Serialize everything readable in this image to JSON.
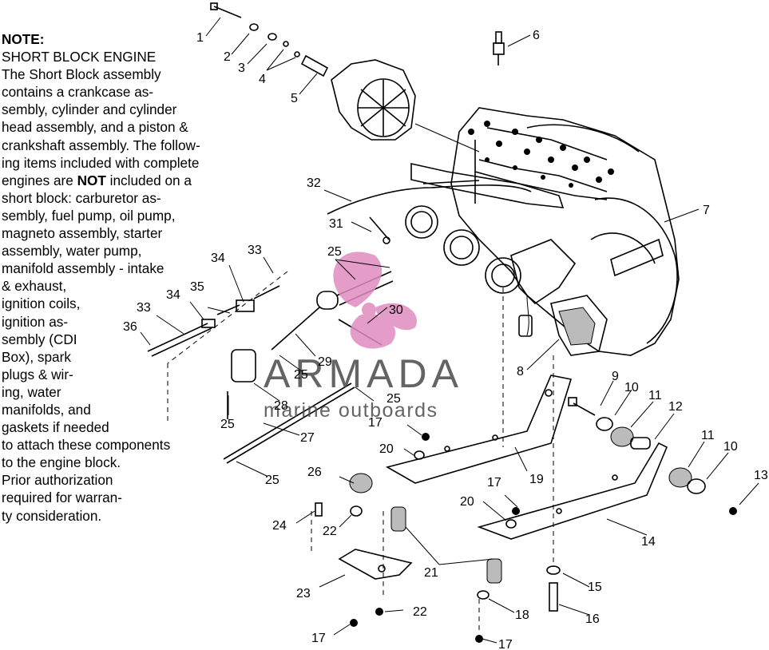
{
  "note": {
    "title": "NOTE:",
    "lines": [
      "SHORT BLOCK ENGINE",
      "The Short Block assembly",
      "contains a crankcase as-",
      "sembly, cylinder and cylinder",
      "head assembly, and a piston &",
      "crankshaft assembly.  The follow-",
      "ing items included with complete",
      "engines are ",
      "short block:  carburetor as-",
      "sembly, fuel pump, oil pump,",
      "magneto assembly, starter",
      "assembly, water pump,",
      "manifold assembly - intake",
      "& exhaust,",
      "ignition coils,",
      "ignition as-",
      "sembly (CDI",
      "Box), spark",
      "plugs & wir-",
      "ing, water",
      "manifolds, and",
      "gaskets if needed",
      "to attach these components",
      "to the engine block.",
      "Prior authorization",
      "required for warran-",
      "ty consideration."
    ],
    "bold_word": "NOT",
    "after_bold": " included on a"
  },
  "watermark": {
    "brand": "ARMADA",
    "tagline": "marine outboards",
    "color_text": "#4a4a4a",
    "color_logo": "#e08cc0"
  },
  "callouts": {
    "c1": "1",
    "c2": "2",
    "c3": "3",
    "c4": "4",
    "c5": "5",
    "c6": "6",
    "c7": "7",
    "c8": "8",
    "c9": "9",
    "c10a": "10",
    "c10b": "10",
    "c11a": "11",
    "c11b": "11",
    "c12": "12",
    "c13": "13",
    "c14": "14",
    "c15": "15",
    "c16": "16",
    "c17a": "17",
    "c17b": "17",
    "c17c": "17",
    "c17d": "17",
    "c18": "18",
    "c19": "19",
    "c20a": "20",
    "c20b": "20",
    "c21": "21",
    "c22a": "22",
    "c22b": "22",
    "c23": "23",
    "c24": "24",
    "c25a": "25",
    "c25b": "25",
    "c25c": "25",
    "c25d": "25",
    "c25e": "25",
    "c26": "26",
    "c27": "27",
    "c28": "28",
    "c29": "29",
    "c30": "30",
    "c31": "31",
    "c32": "32",
    "c33a": "33",
    "c33b": "33",
    "c34a": "34",
    "c34b": "34",
    "c35": "35",
    "c36": "36"
  }
}
